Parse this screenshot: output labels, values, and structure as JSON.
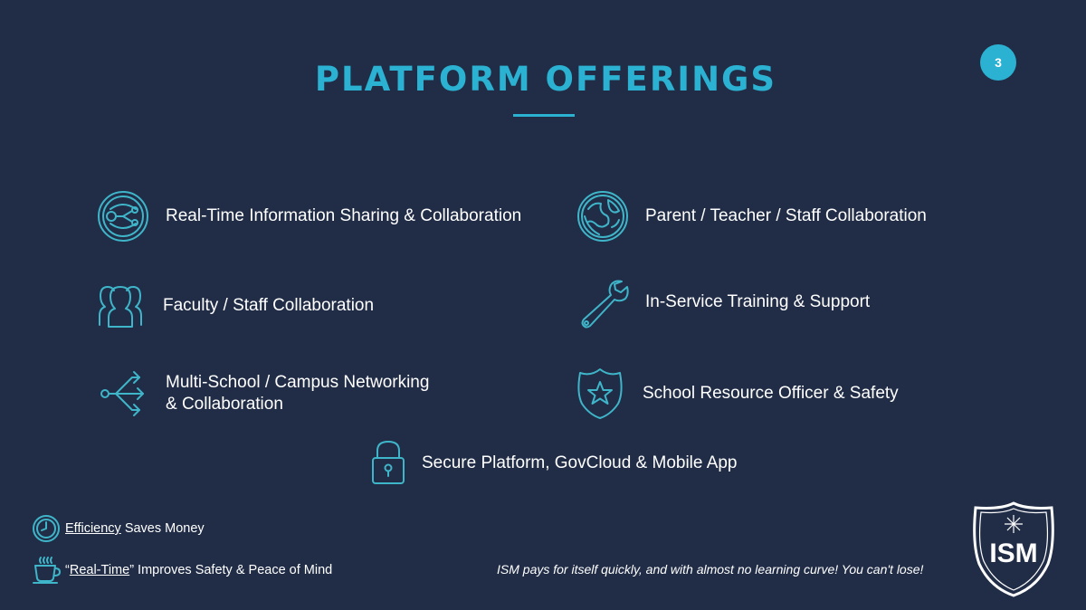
{
  "slide": {
    "title": "PLATFORM OFFERINGS",
    "page_number": "3",
    "accent_color": "#2bb2d2",
    "background_color": "#212d47"
  },
  "offerings": [
    {
      "label": "Real-Time Information Sharing & Collaboration",
      "icon": "connection-circle-icon"
    },
    {
      "label": "Parent / Teacher / Staff Collaboration",
      "icon": "globe-icon"
    },
    {
      "label": "Faculty / Staff Collaboration",
      "icon": "people-group-icon"
    },
    {
      "label": "In-Service Training & Support",
      "icon": "wrench-icon"
    },
    {
      "label_line1": "Multi-School / Campus Networking",
      "label_line2": "& Collaboration",
      "icon": "network-arrows-icon"
    },
    {
      "label": "School Resource Officer & Safety",
      "icon": "badge-star-icon"
    },
    {
      "label": "Secure Platform, GovCloud & Mobile App",
      "icon": "padlock-icon"
    }
  ],
  "bullets": [
    {
      "underlined": "Efficiency",
      "rest": " Saves Money",
      "icon": "clock-icon"
    },
    {
      "open_quote": "“",
      "underlined": "Real-Time",
      "rest": "” Improves Safety & Peace of Mind",
      "icon": "coffee-cup-icon"
    }
  ],
  "tagline": "ISM pays for itself quickly, and with almost no learning curve! You can't lose!",
  "logo": {
    "text": "ISM",
    "icon": "shield-logo-icon"
  }
}
